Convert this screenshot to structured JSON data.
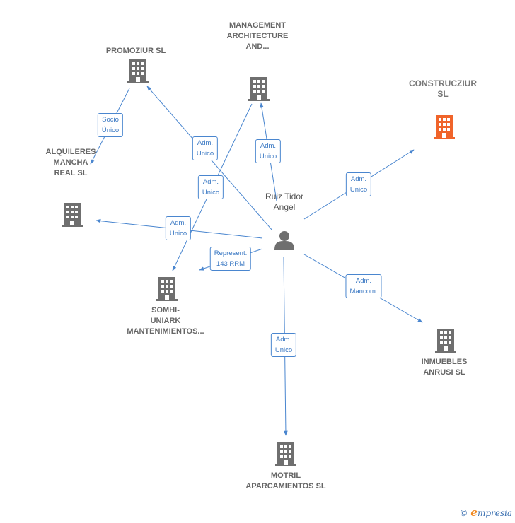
{
  "colors": {
    "edge": "#4a86cf",
    "building": "#6f6f6f",
    "highlight": "#f0642a",
    "person": "#6f6f6f"
  },
  "center": {
    "name": "Ruiz Tidor\nAngel",
    "icon": "person-icon"
  },
  "nodes": [
    {
      "id": "promoziur",
      "name": "PROMOZIUR SL",
      "icon": "building-icon",
      "highlight": false
    },
    {
      "id": "management",
      "name": "MANAGEMENT\nARCHITECTURE\nAND...",
      "icon": "building-icon",
      "highlight": false
    },
    {
      "id": "construcziur",
      "name": "CONSTRUCZIUR\nSL",
      "icon": "building-icon",
      "highlight": true
    },
    {
      "id": "alquileres",
      "name": "ALQUILERES\nMANCHA\nREAL SL",
      "icon": "building-icon",
      "highlight": false
    },
    {
      "id": "somhi",
      "name": "SOMHI-\nUNIARK\nMANTENIMIENTOS...",
      "icon": "building-icon",
      "highlight": false
    },
    {
      "id": "inmuebles",
      "name": "INMUEBLES\nANRUSI  SL",
      "icon": "building-icon",
      "highlight": false
    },
    {
      "id": "motril",
      "name": "MOTRIL\nAPARCAMIENTOS SL",
      "icon": "building-icon",
      "highlight": false
    }
  ],
  "edges": [
    {
      "from": "promoziur",
      "to": "alquileres",
      "label": "Socio\nÚnico"
    },
    {
      "from": "center",
      "to": "promoziur",
      "label": "Adm.\nUnico"
    },
    {
      "from": "management",
      "to": "somhi",
      "label": "Adm.\nUnico"
    },
    {
      "from": "center",
      "to": "management",
      "label": "Adm.\nUnico"
    },
    {
      "from": "center",
      "to": "construcziur",
      "label": "Adm.\nUnico"
    },
    {
      "from": "center",
      "to": "alquileres",
      "label": "Adm.\nUnico"
    },
    {
      "from": "center",
      "to": "somhi",
      "label": "Represent.\n143 RRM"
    },
    {
      "from": "center",
      "to": "inmuebles",
      "label": "Adm.\nMancom."
    },
    {
      "from": "center",
      "to": "motril",
      "label": "Adm.\nUnico"
    }
  ],
  "footer": {
    "copyright": "©",
    "brand_initial": "e",
    "brand_rest": "mpresia"
  }
}
